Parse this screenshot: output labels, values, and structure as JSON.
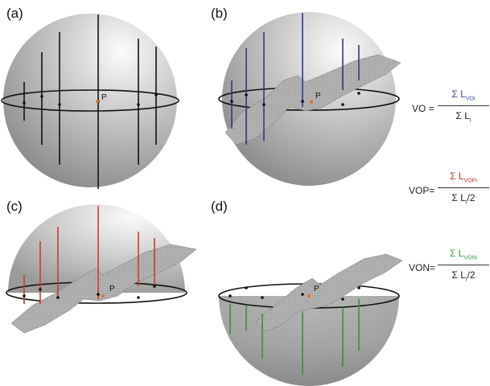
{
  "panels": {
    "a": {
      "label": "(a)",
      "point": "P"
    },
    "b": {
      "label": "(b)",
      "point": "P"
    },
    "c": {
      "label": "(c)",
      "point": "P"
    },
    "d": {
      "label": "(d)",
      "point": "P"
    }
  },
  "formulas": {
    "vo": {
      "lhs": "VO =",
      "num_sigma": "Σ L",
      "num_sub": "VOi",
      "den_sigma": "Σ L",
      "den_sub": "i",
      "den_suffix": "",
      "num_color": "#3c4a9a"
    },
    "vop": {
      "lhs": "VOP=",
      "num_sigma": "Σ L",
      "num_sub": "VOPi",
      "den_sigma": "Σ L",
      "den_sub": "i",
      "den_suffix": "/2",
      "num_color": "#c0392b"
    },
    "von": {
      "lhs": "VON=",
      "num_sigma": "Σ L",
      "num_sub": "VONi",
      "den_sigma": "Σ L",
      "den_sub": "i",
      "den_suffix": "/2",
      "num_color": "#3e9a3e"
    }
  },
  "colors": {
    "sphere_light": "#f4f4f4",
    "sphere_dark": "#8d8d8d",
    "equator": "#111111",
    "line_black": "#111111",
    "line_blue": "#2c3a8c",
    "line_red": "#d23a2a",
    "line_green": "#3b8f3b",
    "point_p": "#e8702a"
  }
}
